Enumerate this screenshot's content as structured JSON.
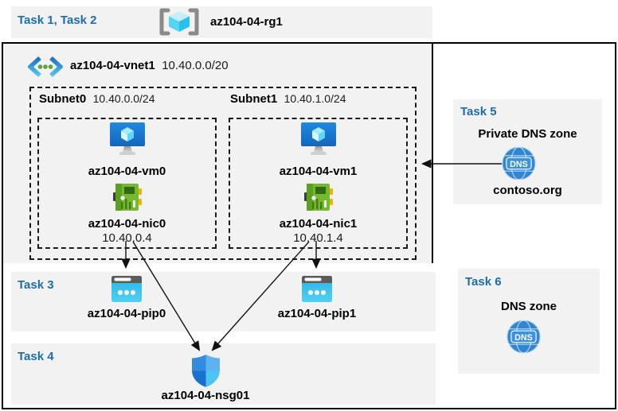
{
  "colors": {
    "task_blue": "#1e6cb0",
    "band_gray": "#f2f2f2",
    "frame_black": "#000000",
    "vm_blue": "#1b7fd6",
    "nic_green": "#76b82f",
    "pip_cyan": "#35c1ee",
    "dns_blue": "#2e86d5"
  },
  "top_band": {
    "task_label": "Task 1, Task 2",
    "rg_name": "az104-04-rg1"
  },
  "vnet": {
    "name": "az104-04-vnet1",
    "cidr": "10.40.0.0/20"
  },
  "subnets": [
    {
      "name": "Subnet0",
      "cidr": "10.40.0.0/24",
      "vm": "az104-04-vm0",
      "nic": "az104-04-nic0",
      "ip": "10.40.0.4"
    },
    {
      "name": "Subnet1",
      "cidr": "10.40.1.0/24",
      "vm": "az104-04-vm1",
      "nic": "az104-04-nic1",
      "ip": "10.40.1.4"
    }
  ],
  "task3": {
    "label": "Task 3",
    "pip0": "az104-04-pip0",
    "pip1": "az104-04-pip1"
  },
  "task4": {
    "label": "Task 4",
    "nsg": "az104-04-nsg01"
  },
  "task5": {
    "label": "Task 5",
    "title": "Private DNS zone",
    "zone": "contoso.org",
    "dns_icon_text": "DNS"
  },
  "task6": {
    "label": "Task 6",
    "title": "DNS zone",
    "dns_icon_text": "DNS"
  }
}
